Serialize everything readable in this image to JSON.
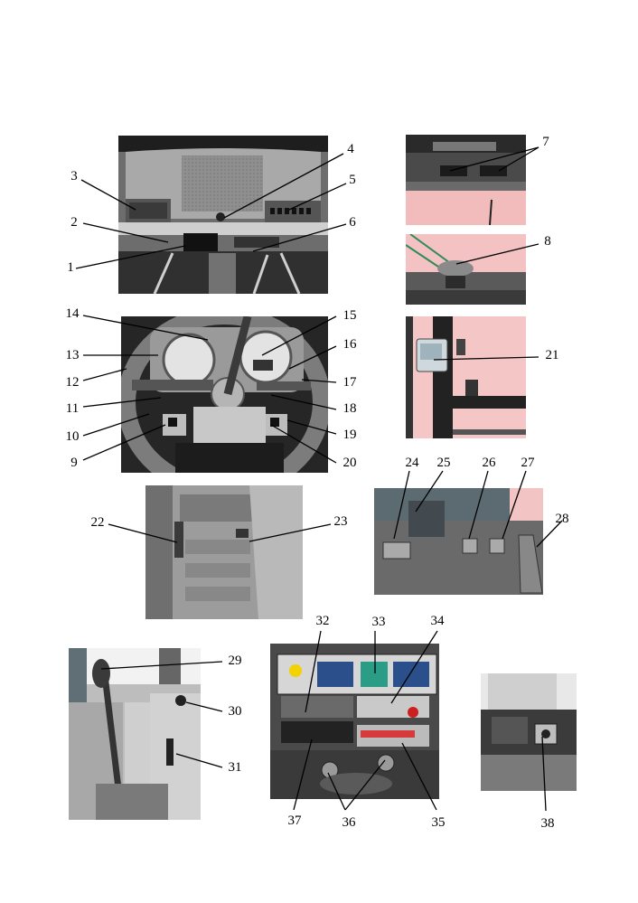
{
  "callouts": [
    "1",
    "2",
    "3",
    "4",
    "5",
    "6",
    "7",
    "8",
    "9",
    "10",
    "11",
    "12",
    "13",
    "14",
    "15",
    "16",
    "17",
    "18",
    "19",
    "20",
    "21",
    "22",
    "23",
    "24",
    "25",
    "26",
    "27",
    "28",
    "29",
    "30",
    "31",
    "32",
    "33",
    "34",
    "35",
    "36",
    "37",
    "38"
  ],
  "photos": [
    "cab-overhead-console",
    "cab-roof-lights",
    "roof-hatch-latch",
    "cab-pillar-display",
    "steering-column-instruments",
    "left-floor-levers",
    "floor-pedals",
    "armrest-control-levers",
    "side-control-panel",
    "rear-socket"
  ]
}
